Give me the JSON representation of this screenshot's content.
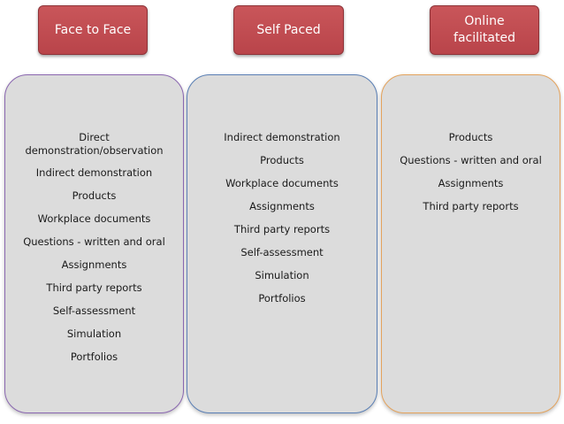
{
  "columns": [
    {
      "header": "Face to Face",
      "items": [
        "Direct demonstration/observation",
        "Indirect demonstration",
        "Products",
        "Workplace documents",
        "Questions -  written and oral",
        "Assignments",
        "Third party reports",
        "Self-assessment",
        "Simulation",
        "Portfolios"
      ]
    },
    {
      "header": "Self Paced",
      "items": [
        "Indirect demonstration",
        "Products",
        "Workplace documents",
        "Assignments",
        "Third party reports",
        "Self-assessment",
        "Simulation",
        "Portfolios"
      ]
    },
    {
      "header": "Online facilitated",
      "items": [
        "Products",
        "Questions -  written and oral",
        "Assignments",
        "Third party reports"
      ]
    }
  ],
  "colors": {
    "header_fill": "#c0504d",
    "panel_fill": "#dcdcdc",
    "panel_border_1": "#8a67b0",
    "panel_border_2": "#5a7fb5",
    "panel_border_3": "#e4a35c"
  }
}
